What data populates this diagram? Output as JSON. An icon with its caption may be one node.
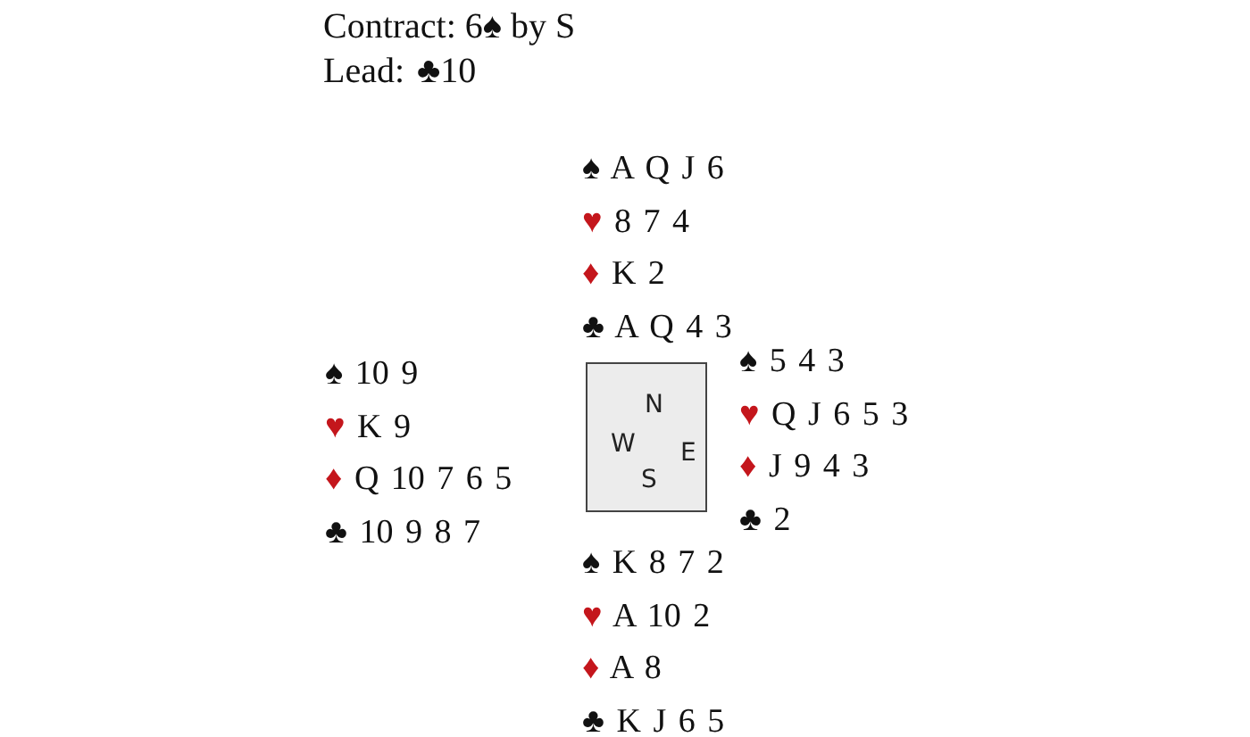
{
  "diagram": {
    "title": "Contract: 6♠ by S",
    "nodes": [
      {
        "text": [
          "N",
          "W",
          "E",
          "S"
        ]
      }
    ],
    "labels": [
      "Lead: ♣10",
      "♠ A Q J 6",
      "♥ 8 7 4",
      "♦ K 2",
      "♣ A Q 4 3",
      "♠ 10 9",
      "♥ K 9",
      "♦ Q 10 7 6 5",
      "♣ 10 9 8 7",
      "♠ 5 4 3",
      "♥ Q J 6 5 3",
      "♦ J 9 4 3",
      "♣ 2",
      "♠ K 8 7 2",
      "♥ A 10 2",
      "♦ A 8",
      "♣ K J 6 5"
    ]
  }
}
